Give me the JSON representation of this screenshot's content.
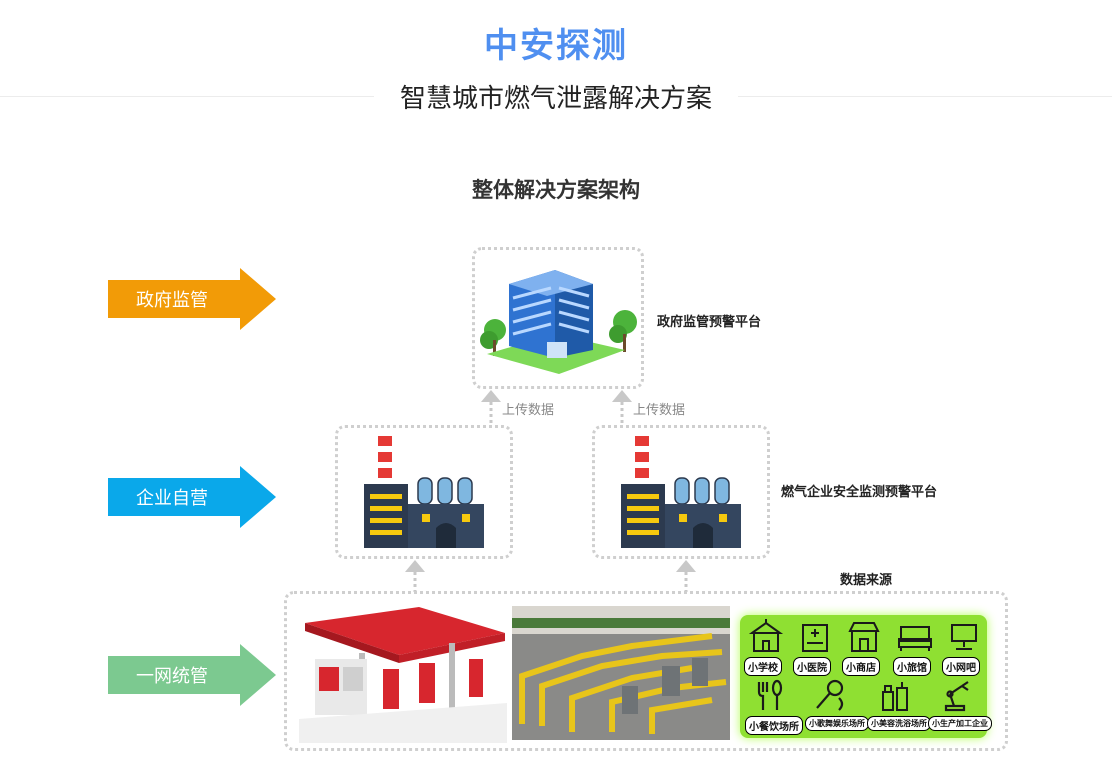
{
  "header": {
    "brand": "中安探测",
    "subtitle": "智慧城市燃气泄露解决方案"
  },
  "section_title": "整体解决方案架构",
  "colors": {
    "brand_blue": "#4f8ff0",
    "gov_orange": "#f29b07",
    "enterprise_blue": "#0aa8ea",
    "unified_green": "#7cc990",
    "source_panel_green": "#8fe032"
  },
  "tiers": [
    {
      "label": "政府监管"
    },
    {
      "label": "企业自营"
    },
    {
      "label": "一网统管"
    }
  ],
  "platforms": {
    "gov": "政府监管预警平台",
    "enterprise": "燃气企业安全监测预警平台"
  },
  "upload_labels": [
    "上传数据",
    "上传数据"
  ],
  "data_source_label": "数据来源",
  "source_tiles": [
    {
      "label": "小学校",
      "icon": "school-icon"
    },
    {
      "label": "小医院",
      "icon": "hospital-icon"
    },
    {
      "label": "小商店",
      "icon": "shop-icon"
    },
    {
      "label": "小旅馆",
      "icon": "bed-icon"
    },
    {
      "label": "小网吧",
      "icon": "computer-icon"
    },
    {
      "label": "小餐饮场所",
      "icon": "fork-spoon-icon"
    },
    {
      "label": "小歌舞娱乐场所",
      "icon": "microphone-icon"
    },
    {
      "label": "小美容洗浴场所",
      "icon": "beauty-bottle-icon"
    },
    {
      "label": "小生产加工企业",
      "icon": "robot-arm-icon"
    }
  ]
}
